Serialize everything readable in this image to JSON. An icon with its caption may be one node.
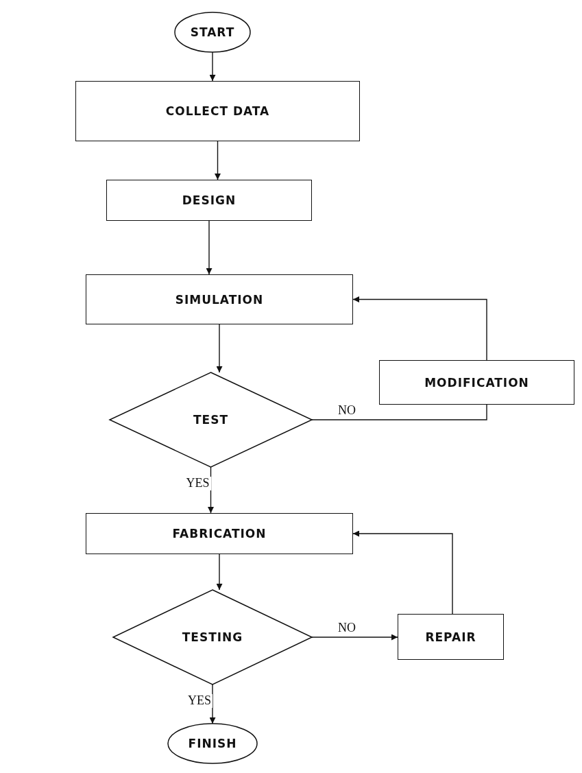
{
  "diagram": {
    "nodes": [
      {
        "text": [
          "START"
        ]
      },
      {
        "text": [
          "COLLECT DATA"
        ]
      },
      {
        "text": [
          "DESIGN"
        ]
      },
      {
        "text": [
          "SIMULATION"
        ]
      },
      {
        "text": [
          "TEST"
        ]
      },
      {
        "text": [
          "MODIFICATION"
        ]
      },
      {
        "text": [
          "FABRICATION"
        ]
      },
      {
        "text": [
          "TESTING"
        ]
      },
      {
        "text": [
          "REPAIR"
        ]
      },
      {
        "text": [
          "FINISH"
        ]
      }
    ],
    "edges": [
      {
        "from": 0,
        "to": 1,
        "arrow": "to"
      },
      {
        "from": 1,
        "to": 2,
        "arrow": "to"
      },
      {
        "from": 2,
        "to": 3,
        "arrow": "to"
      },
      {
        "from": 3,
        "to": 4,
        "arrow": "to"
      },
      {
        "from": 4,
        "to": 5,
        "arrow": "none",
        "label": "NO"
      },
      {
        "from": 5,
        "to": 3,
        "arrow": "to"
      },
      {
        "from": 4,
        "to": 6,
        "arrow": "to",
        "label": "YES"
      },
      {
        "from": 6,
        "to": 7,
        "arrow": "to"
      },
      {
        "from": 7,
        "to": 8,
        "arrow": "to",
        "label": "NO"
      },
      {
        "from": 8,
        "to": 6,
        "arrow": "to"
      },
      {
        "from": 7,
        "to": 9,
        "arrow": "to",
        "label": "YES"
      }
    ]
  }
}
